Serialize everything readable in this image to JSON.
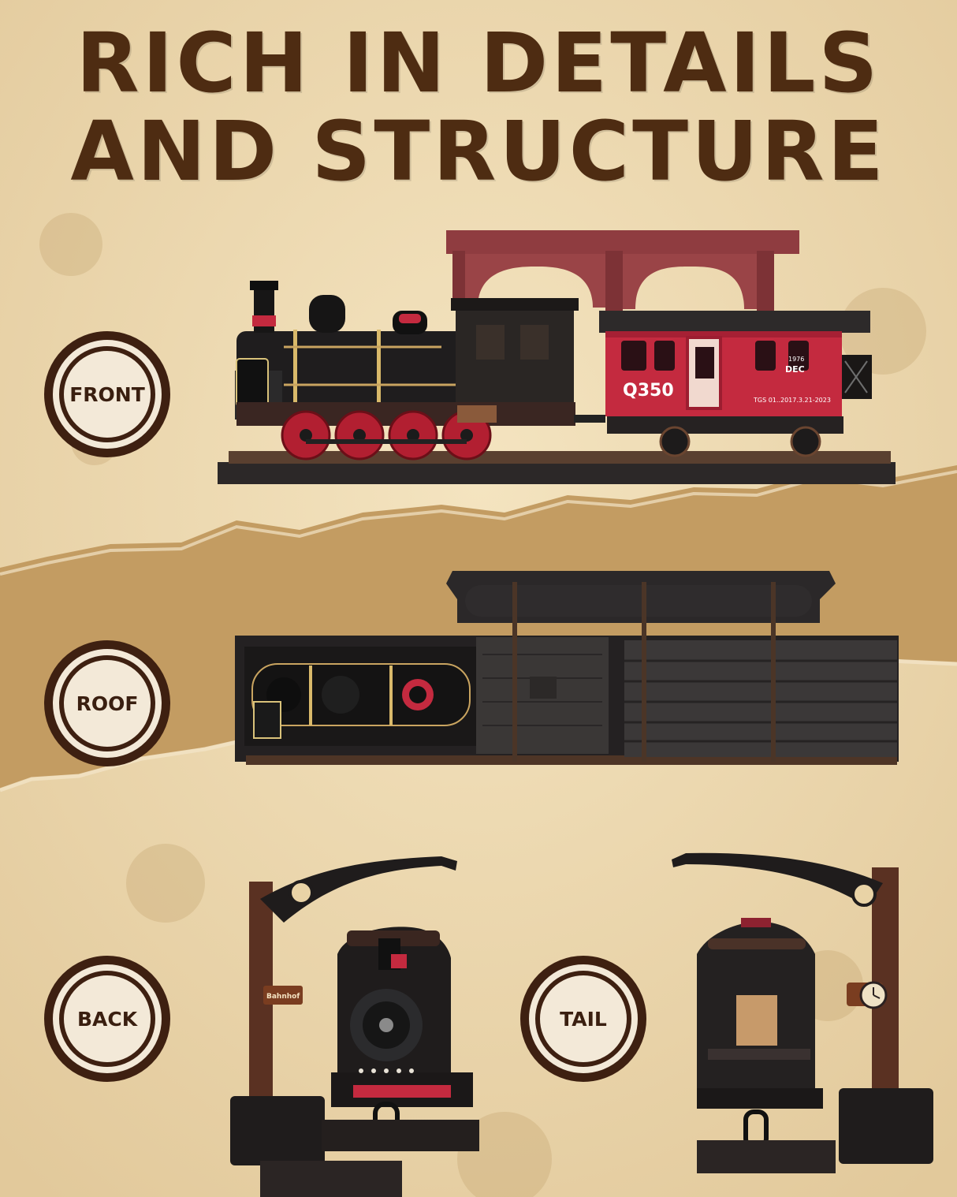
{
  "headline": {
    "line1": "RICH IN DETAILS",
    "line2": "AND STRUCTURE"
  },
  "views": {
    "front": "FRONT",
    "roof": "ROOF",
    "back": "BACK",
    "tail": "TAIL"
  },
  "model_markings": {
    "car_number": "Q350",
    "year": "1976",
    "month": "DEC",
    "serial": "TGS 01..2017.3.21-2023",
    "station_sign": "Bahnhof"
  },
  "colors": {
    "paper": "#efdcb3",
    "band": "#c8a26b",
    "title_brown": "#4e2c12",
    "badge_dark": "#3e2011",
    "car_red": "#c42a3f",
    "wood_dark": "#2a2421"
  }
}
